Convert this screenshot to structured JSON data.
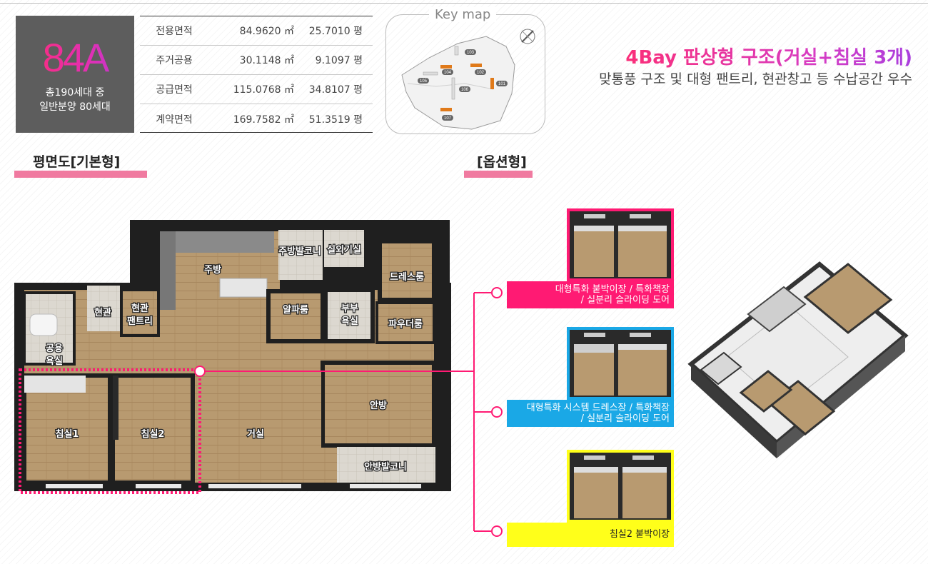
{
  "unit": {
    "type": "84A",
    "households_total": "총190세대 중",
    "households_general": "일반분양 80세대"
  },
  "area_rows": [
    {
      "label": "전용면적",
      "m2": "84.9620 ㎡",
      "py": "25.7010 평"
    },
    {
      "label": "주거공용",
      "m2": "30.1148 ㎡",
      "py": "9.1097 평"
    },
    {
      "label": "공급면적",
      "m2": "115.0768 ㎡",
      "py": "34.8107 평"
    },
    {
      "label": "계약면적",
      "m2": "169.7582 ㎡",
      "py": "51.3519 평"
    }
  ],
  "keymap": {
    "title": "Key map",
    "buildings": [
      "101",
      "102",
      "103",
      "104",
      "105",
      "106",
      "107"
    ]
  },
  "headline": {
    "title": "4Bay 판상형 구조(거실+침실 3개)",
    "subtitle": "맞통풍 구조 및 대형 팬트리, 현관창고 등 수납공간 우수"
  },
  "sections": {
    "basic": "평면도[기본형]",
    "option": "[옵션형]"
  },
  "rooms": {
    "kitchen": "주방",
    "kitchen_balcony": "주방발코니",
    "outdoor_unit": "실외기실",
    "dress_room": "드레스룸",
    "entrance": "현관",
    "entrance_pantry_1": "현관",
    "entrance_pantry_2": "팬트리",
    "alpha_room": "알파룸",
    "couple_bath_1": "부부",
    "couple_bath_2": "욕실",
    "powder_room": "파우더룸",
    "common_bath_1": "공용",
    "common_bath_2": "욕실",
    "master_room": "안방",
    "bedroom1": "침실1",
    "bedroom2": "침실2",
    "living_room": "거실",
    "master_balcony": "안방발코니"
  },
  "options": [
    {
      "label_line1": "대형특화 붙박이장 / 특화책장",
      "label_line2": "/ 실분리 슬라이딩 도어",
      "color": "#ff1a73"
    },
    {
      "label_line1": "대형특화 시스템 드레스장 / 특화책장",
      "label_line2": "/ 실분리 슬라이딩 도어",
      "color": "#1aa8e6"
    },
    {
      "label_line1": "침실2 붙박이장",
      "label_line2": "",
      "color": "#ffff1a"
    }
  ],
  "colors": {
    "accent_pink": "#ff2d6f",
    "accent_purple": "#b13bd9",
    "floor_wood": "#b9996f",
    "wall": "#1f1f1f"
  }
}
